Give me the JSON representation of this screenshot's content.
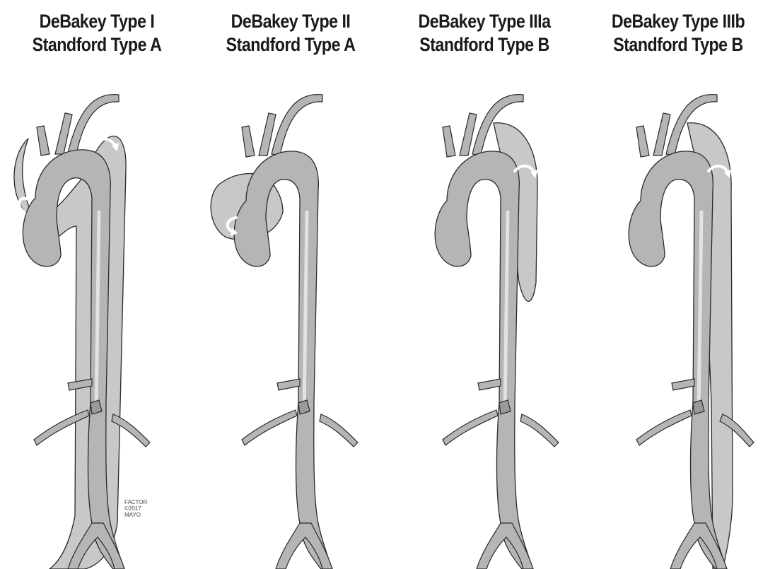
{
  "colors": {
    "vessel": "#b5b5b5",
    "vessel_shade": "#8a8a8a",
    "vessel_highlight": "#e2e2e2",
    "false_lumen": "#c8c8c8",
    "outline": "#2a2a2a",
    "background": "#ffffff"
  },
  "panels": [
    {
      "title_line1": "DeBakey Type I",
      "title_line2": "Standford Type A",
      "dissection": "type-1",
      "arrow_icons": [
        "curved-arrow-icon",
        "curved-arrow-icon"
      ]
    },
    {
      "title_line1": "DeBakey Type II",
      "title_line2": "Standford Type A",
      "dissection": "type-2",
      "arrow_icons": [
        "curved-arrow-icon"
      ]
    },
    {
      "title_line1": "DeBakey Type IIIa",
      "title_line2": "Standford Type B",
      "dissection": "type-3a",
      "arrow_icons": [
        "curved-arrow-icon"
      ]
    },
    {
      "title_line1": "DeBakey Type IIIb",
      "title_line2": "Standford Type B",
      "dissection": "type-3b",
      "arrow_icons": [
        "curved-arrow-icon"
      ]
    }
  ],
  "credit": {
    "line1": "FACTOR",
    "line2": "©2017",
    "line3": "MAYO"
  }
}
